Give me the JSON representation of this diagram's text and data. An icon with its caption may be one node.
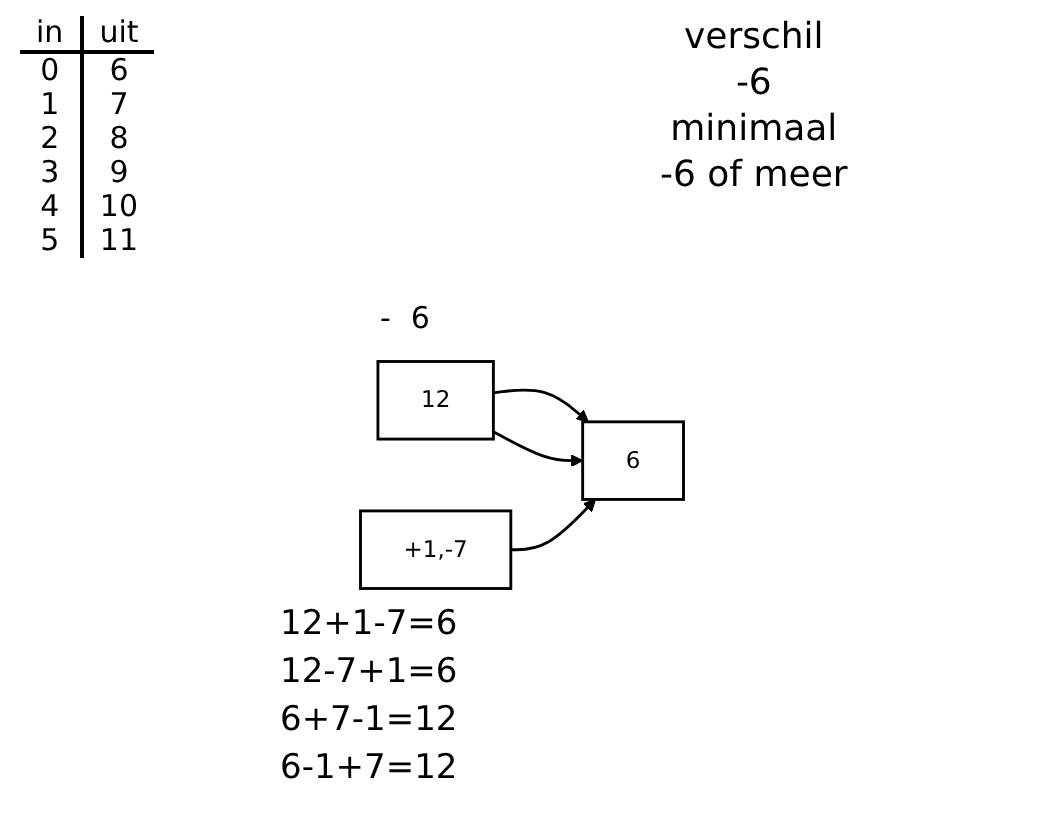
{
  "diagram": {
    "nodes": [
      {
        "text": [
          "12"
        ]
      },
      {
        "text": [
          "+1,-7"
        ]
      },
      {
        "text": [
          "6"
        ]
      }
    ],
    "edges": [
      {
        "from": 0,
        "to": 2,
        "arrow": "to"
      },
      {
        "from": 0,
        "to": 2,
        "arrow": "to"
      },
      {
        "from": 1,
        "to": 2,
        "arrow": "to"
      }
    ],
    "labels": [
      "in",
      "uit",
      "0",
      "6",
      "1",
      "7",
      "2",
      "8",
      "3",
      "9",
      "4",
      "10",
      "5",
      "11",
      "verschil",
      "-6",
      "minimaal",
      "-6 of meer",
      "-",
      "6",
      "12+1-7=6",
      "12-7+1=6",
      "6+7-1=12",
      "6-1+7=12"
    ]
  }
}
